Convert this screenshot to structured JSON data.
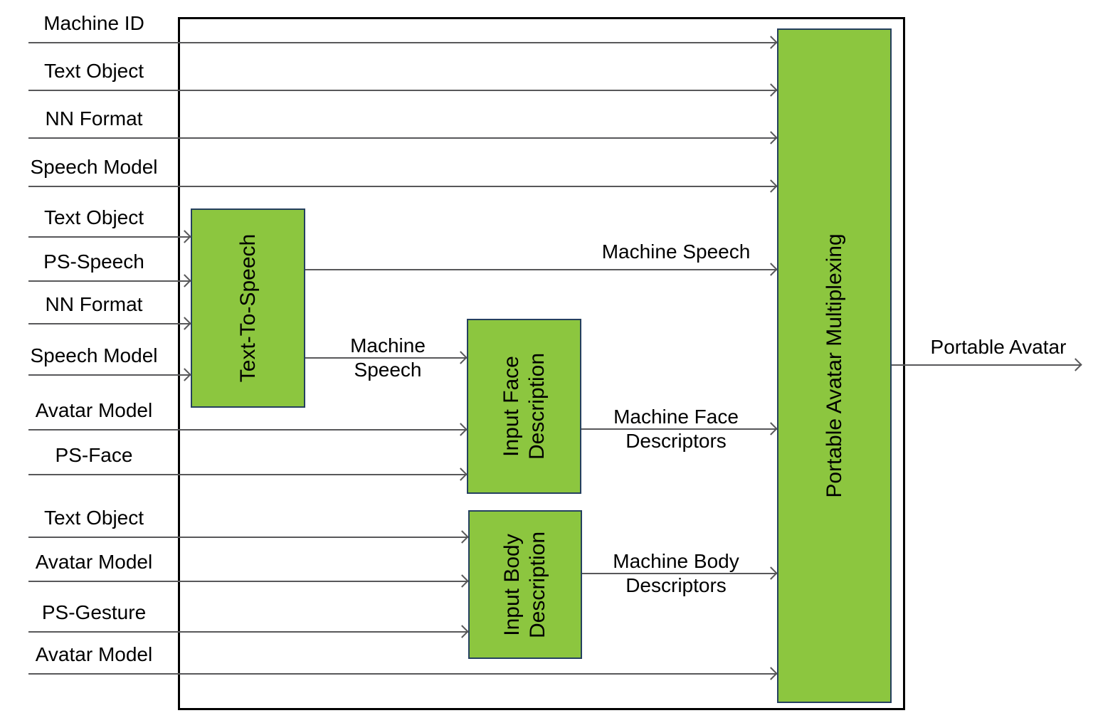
{
  "diagram_title": "Portable Avatar Multiplexing block diagram",
  "colors": {
    "block_fill": "#8cc63f",
    "block_border": "#25405f",
    "connector_line": "#58585a",
    "outer_border": "#000000",
    "text": "#000000",
    "background": "#ffffff"
  },
  "blocks": {
    "tts": {
      "label": "Text-To-Speech"
    },
    "face": {
      "label": "Input Face\nDescription"
    },
    "body": {
      "label": "Input Body\nDescription"
    },
    "pam": {
      "label": "Portable Avatar Multiplexing"
    }
  },
  "inputs": [
    {
      "label": "Machine ID"
    },
    {
      "label": "Text Object"
    },
    {
      "label": "NN Format"
    },
    {
      "label": "Speech Model"
    },
    {
      "label": "Text Object"
    },
    {
      "label": "PS-Speech"
    },
    {
      "label": "NN Format"
    },
    {
      "label": "Speech Model"
    },
    {
      "label": "Avatar Model"
    },
    {
      "label": "PS-Face"
    },
    {
      "label": "Text Object"
    },
    {
      "label": "Avatar Model"
    },
    {
      "label": "PS-Gesture"
    },
    {
      "label": "Avatar Model"
    }
  ],
  "edges": {
    "machine_speech_top": "Machine Speech",
    "machine_speech_mid": "Machine\nSpeech",
    "machine_face": "Machine Face\nDescriptors",
    "machine_body": "Machine Body\nDescriptors",
    "output": "Portable Avatar"
  }
}
